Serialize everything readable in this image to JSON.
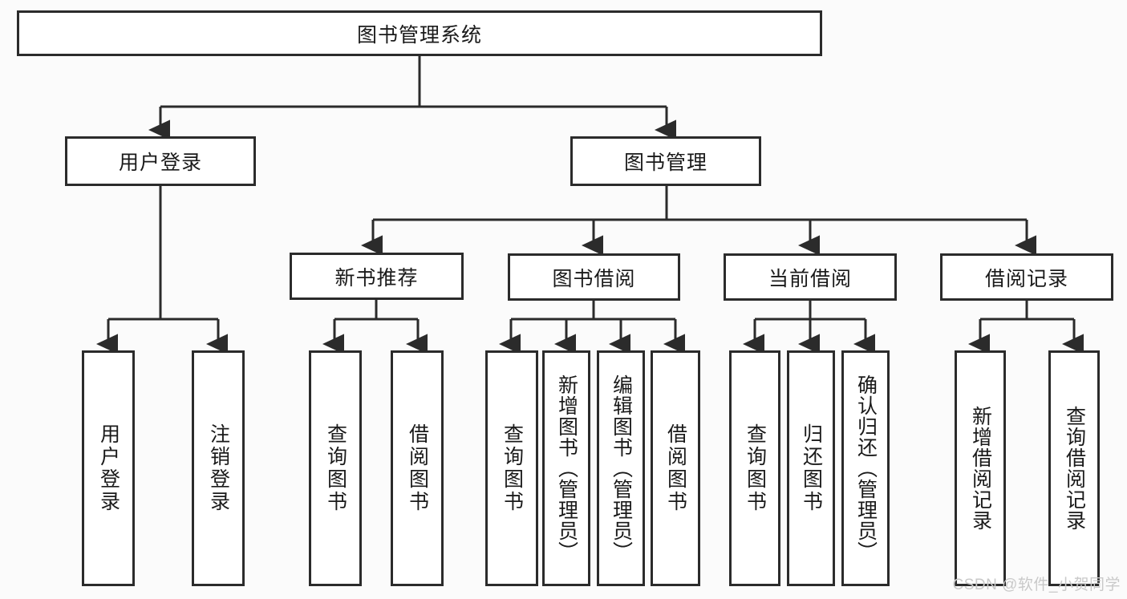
{
  "diagram": {
    "title": "图书管理系统",
    "watermark": "CSDN @软件_小贺同学",
    "colors": {
      "border": "#2b2b2b",
      "background": "#fbfbfb",
      "node_fill": "#ffffff",
      "text": "#1a1a1a",
      "watermark": "#c9c9c9"
    },
    "root": {
      "label": "图书管理系统"
    },
    "level2": [
      {
        "label": "用户登录"
      },
      {
        "label": "图书管理"
      }
    ],
    "level3": [
      {
        "label": "新书推荐"
      },
      {
        "label": "图书借阅"
      },
      {
        "label": "当前借阅"
      },
      {
        "label": "借阅记录"
      }
    ],
    "leaves": {
      "user_login": [
        {
          "label": "用户登录"
        },
        {
          "label": "注销登录"
        }
      ],
      "new_book_recommend": [
        {
          "label": "查询图书"
        },
        {
          "label": "借阅图书"
        }
      ],
      "book_borrow": [
        {
          "label": "查询图书"
        },
        {
          "label": "新增图书（管理员）"
        },
        {
          "label": "编辑图书（管理员）"
        },
        {
          "label": "借阅图书"
        }
      ],
      "current_borrow": [
        {
          "label": "查询图书"
        },
        {
          "label": "归还图书"
        },
        {
          "label": "确认归还（管理员）"
        }
      ],
      "borrow_record": [
        {
          "label": "新增借阅记录"
        },
        {
          "label": "查询借阅记录"
        }
      ]
    }
  }
}
